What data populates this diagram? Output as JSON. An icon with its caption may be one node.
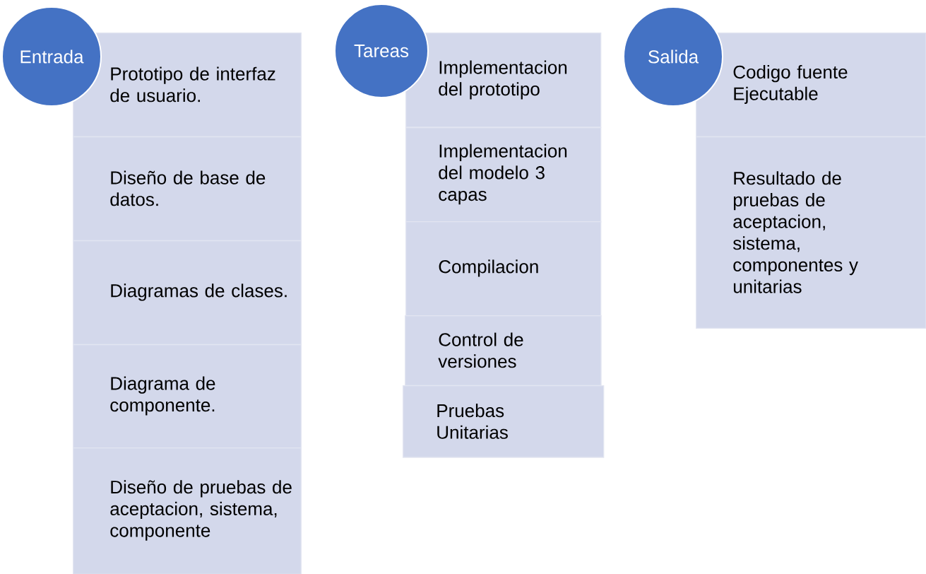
{
  "diagram": {
    "nodes": [
      {
        "text": [
          "Entrada"
        ]
      },
      {
        "text": [
          "Prototipo de interfaz de usuario."
        ]
      },
      {
        "text": [
          "Diseño de base de datos."
        ]
      },
      {
        "text": [
          "Diagramas de clases."
        ]
      },
      {
        "text": [
          "Diagrama de componente."
        ]
      },
      {
        "text": [
          "Diseño de pruebas de aceptacion, sistema, componente"
        ]
      },
      {
        "text": [
          "Tareas"
        ]
      },
      {
        "text": [
          "Implementacion del prototipo"
        ]
      },
      {
        "text": [
          "Implementacion del modelo 3 capas"
        ]
      },
      {
        "text": [
          "Compilacion"
        ]
      },
      {
        "text": [
          "Control de versiones"
        ]
      },
      {
        "text": [
          "Pruebas Unitarias"
        ]
      },
      {
        "text": [
          "Salida"
        ]
      },
      {
        "text": [
          "Codigo fuente Ejecutable"
        ]
      },
      {
        "text": [
          "Resultado de pruebas de aceptacion, sistema, componentes y unitarias"
        ]
      }
    ]
  }
}
